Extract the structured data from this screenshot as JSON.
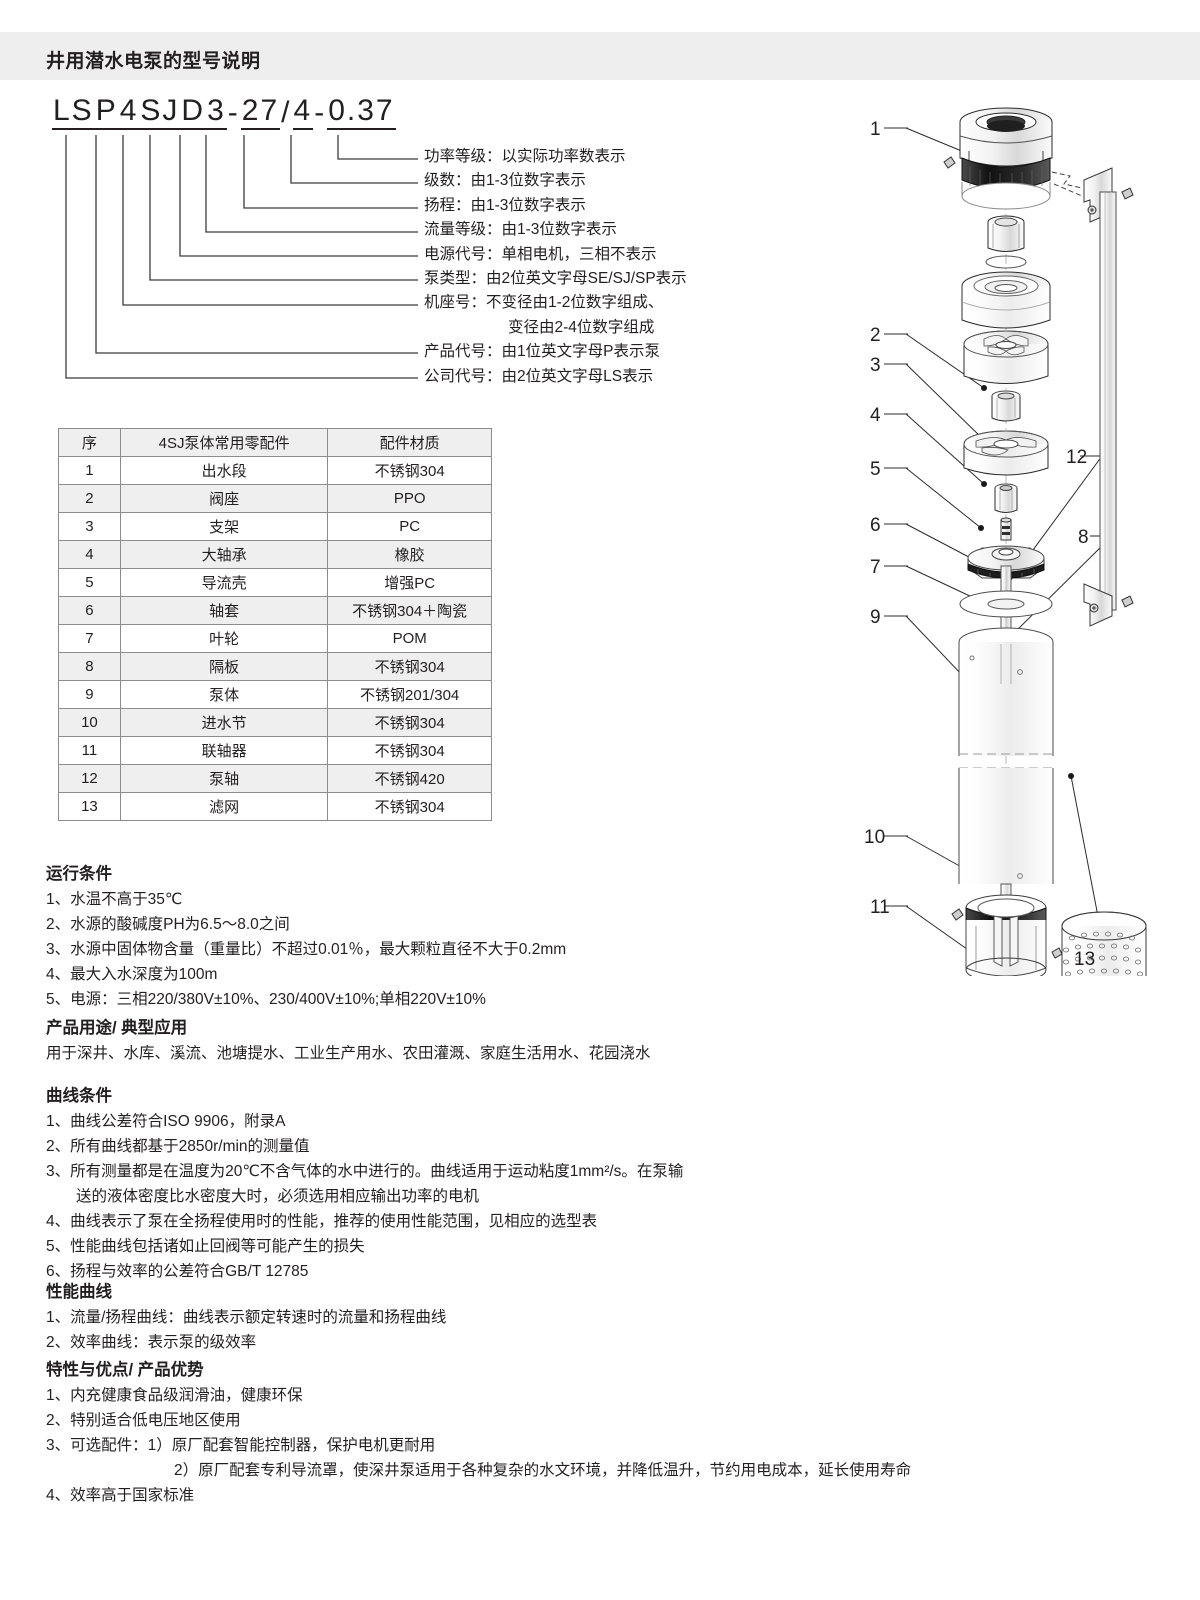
{
  "header": {
    "title": "井用潜水电泵的型号说明"
  },
  "model_code": {
    "segments": [
      "LS",
      "P",
      "4",
      "SJ",
      "D",
      "3",
      "27",
      "4",
      "0.37"
    ],
    "separators": {
      "after_5": "-",
      "after_6": "/",
      "after_7": "-"
    },
    "full": "LSP4SJD3-27/4-0.37"
  },
  "legend": [
    "功率等级：以实际功率数表示",
    "级数：由1-3位数字表示",
    "扬程：由1-3位数字表示",
    "流量等级：由1-3位数字表示",
    "电源代号：单相电机，三相不表示",
    "泵类型：由2位英文字母SE/SJ/SP表示",
    "机座号：不变径由1-2位数字组成、",
    "产品代号：由1位英文字母P表示泵",
    "公司代号：由2位英文字母LS表示"
  ],
  "legend_continuation": "变径由2-4位数字组成",
  "parts_table": {
    "headers": [
      "序",
      "4SJ泵体常用零配件",
      "配件材质"
    ],
    "rows": [
      [
        "1",
        "出水段",
        "不锈钢304"
      ],
      [
        "2",
        "阀座",
        "PPO"
      ],
      [
        "3",
        "支架",
        "PC"
      ],
      [
        "4",
        "大轴承",
        "橡胶"
      ],
      [
        "5",
        "导流壳",
        "增强PC"
      ],
      [
        "6",
        "轴套",
        "不锈钢304＋陶瓷"
      ],
      [
        "7",
        "叶轮",
        "POM"
      ],
      [
        "8",
        "隔板",
        "不锈钢304"
      ],
      [
        "9",
        "泵体",
        "不锈钢201/304"
      ],
      [
        "10",
        "进水节",
        "不锈钢304"
      ],
      [
        "11",
        "联轴器",
        "不锈钢304"
      ],
      [
        "12",
        "泵轴",
        "不锈钢420"
      ],
      [
        "13",
        "滤网",
        "不锈钢304"
      ]
    ]
  },
  "sections": {
    "operating": {
      "title": "运行条件",
      "lines": [
        "1、水温不高于35℃",
        "2、水源的酸碱度PH为6.5～8.0之间",
        "3、水源中固体物含量（重量比）不超过0.01％，最大颗粒直径不大于0.2mm",
        "4、最大入水深度为100m",
        "5、电源：三相220/380V±10%、230/400V±10%;单相220V±10%"
      ]
    },
    "usage": {
      "title": "产品用途/ 典型应用",
      "lines": [
        "用于深井、水库、溪流、池塘提水、工业生产用水、农田灌溉、家庭生活用水、花园浇水"
      ]
    },
    "curve_conditions": {
      "title": "曲线条件",
      "lines": [
        "1、曲线公差符合ISO 9906，附录A",
        "2、所有曲线都基于2850r/min的测量值",
        "3、所有测量都是在温度为20℃不含气体的水中进行的。曲线适用于运动粘度1mm²/s。在泵输",
        "送的液体密度比水密度大时，必须选用相应输出功率的电机",
        "4、曲线表示了泵在全扬程使用时的性能，推荐的使用性能范围，见相应的选型表",
        "5、性能曲线包括诸如止回阀等可能产生的损失",
        "6、扬程与效率的公差符合GB/T 12785"
      ]
    },
    "performance_curve": {
      "title": "性能曲线",
      "lines": [
        "1、流量/扬程曲线：曲线表示额定转速时的流量和扬程曲线",
        "2、效率曲线：表示泵的级效率"
      ]
    },
    "features": {
      "title": "特性与优点/ 产品优势",
      "lines": [
        "1、内充健康食品级润滑油，健康环保",
        "2、特别适合低电压地区使用",
        "3、可选配件：1）原厂配套智能控制器，保护电机更耐用",
        "2）原厂配套专利导流罩，使深井泵适用于各种复杂的水文环境，并降低温升，节约用电成本，延长使用寿命",
        "4、效率高于国家标准"
      ]
    }
  },
  "diagram": {
    "callouts": [
      "1",
      "2",
      "3",
      "4",
      "5",
      "6",
      "7",
      "8",
      "9",
      "10",
      "11",
      "12",
      "13"
    ]
  },
  "colors": {
    "header_band": "#eeeeee",
    "text": "#231f20",
    "table_border": "#8c8c8c",
    "table_stripe": "#efefef"
  }
}
